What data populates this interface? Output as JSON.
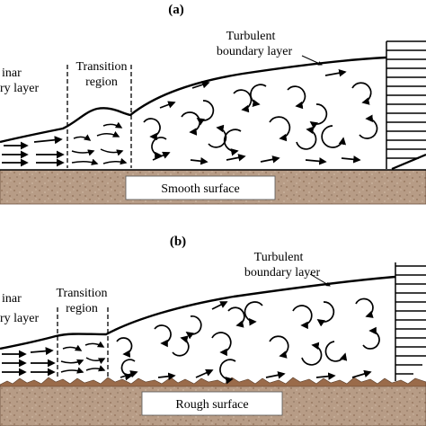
{
  "panels": [
    {
      "label": "(a)",
      "laminar_line1": "inar",
      "laminar_line2": "ry layer",
      "transition_line1": "Transition",
      "transition_line2": "region",
      "turbulent_line1": "Turbulent",
      "turbulent_line2": "boundary layer",
      "surface_label": "Smooth surface",
      "surface_type": "smooth"
    },
    {
      "label": "(b)",
      "laminar_line1": "inar",
      "laminar_line2": "ry layer",
      "transition_line1": "Transition",
      "transition_line2": "region",
      "turbulent_line1": "Turbulent",
      "turbulent_line2": "boundary layer",
      "surface_label": "Rough surface",
      "surface_type": "rough"
    }
  ],
  "colors": {
    "ink": "#000000",
    "ground": "#b79c86",
    "ground_dark": "#8f6f58",
    "roughness": "#9a6b4a",
    "label_box": "#ffffff"
  }
}
